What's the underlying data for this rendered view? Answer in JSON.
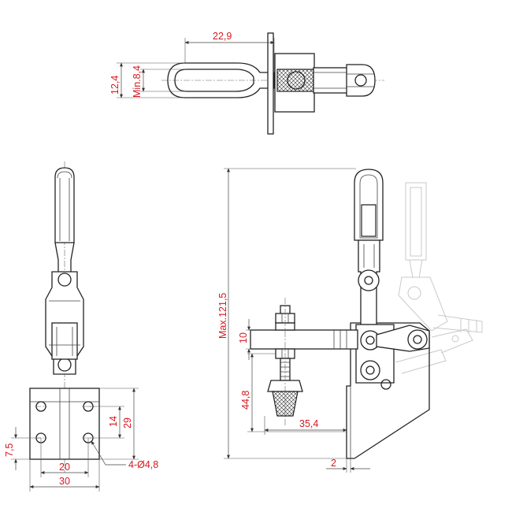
{
  "dimensions": {
    "handle_length": "22,9",
    "handle_width": "12,4",
    "handle_slot_min": "Min.8,4",
    "max_height": "Max.121,5",
    "bar_thickness": "10",
    "spindle_height": "44,8",
    "spindle_reach": "35,4",
    "base_offset": "2",
    "hole_spacing_vertical": "14",
    "base_height": "29",
    "hole_edge_distance": "7,5",
    "hole_spacing_horizontal": "20",
    "base_width": "30",
    "mounting_holes": "4-Ø4,8"
  },
  "colors": {
    "dimension_text": "#d6171e",
    "outline": "#222222",
    "ghost_outline": "#c9c9c9"
  }
}
